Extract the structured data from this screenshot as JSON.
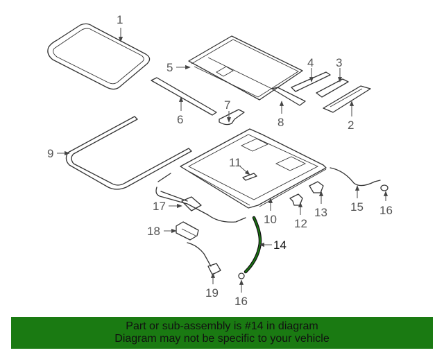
{
  "callouts": {
    "c1": "1",
    "c2": "2",
    "c3": "3",
    "c4": "4",
    "c5": "5",
    "c6": "6",
    "c7": "7",
    "c8": "8",
    "c9": "9",
    "c10": "10",
    "c11": "11",
    "c12": "12",
    "c13": "13",
    "c14": "14",
    "c15": "15",
    "c16a": "16",
    "c16b": "16",
    "c17": "17",
    "c18": "18",
    "c19": "19"
  },
  "highlighted_part": "14",
  "colors": {
    "banner": "#1a7a12",
    "highlight": "#1a7a12"
  },
  "banner": {
    "line1": "Part or sub-assembly is #14 in diagram",
    "line2": "Diagram may not be specific to your vehicle"
  }
}
